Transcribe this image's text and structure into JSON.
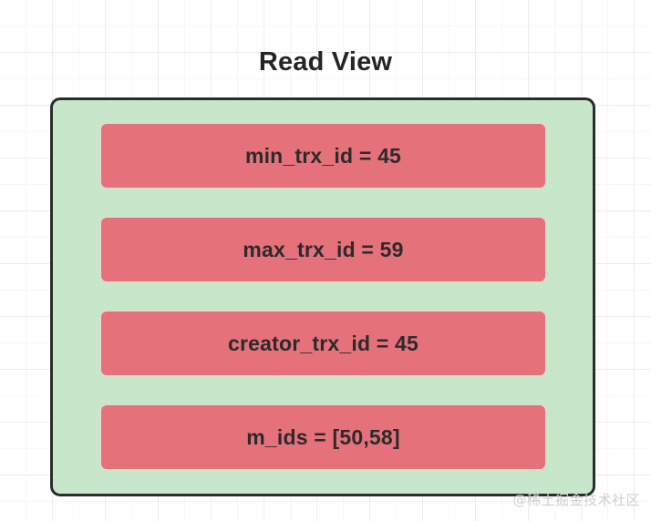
{
  "title": "Read View",
  "readview": {
    "fields": [
      {
        "label": "min_trx_id = 45"
      },
      {
        "label": "max_trx_id = 59"
      },
      {
        "label": "creator_trx_id = 45"
      },
      {
        "label": "m_ids = [50,58]"
      }
    ]
  },
  "watermark": "@稀土掘金技术社区",
  "colors": {
    "container_fill": "#c8e6c9",
    "container_border": "#26302a",
    "field_fill": "#e5717a",
    "field_border": "#f0d4d4",
    "title_text": "#252525",
    "field_text": "#2b2b2b",
    "grid_minor": "#f7f7f7",
    "grid_major": "#ececec",
    "watermark_text": "#cfcfcf"
  }
}
